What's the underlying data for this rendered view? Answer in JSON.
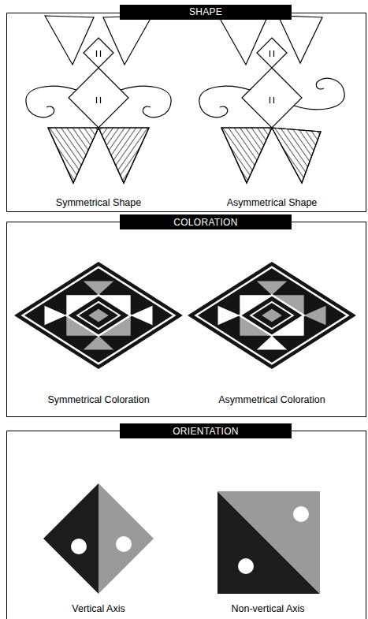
{
  "diagram": {
    "nodes": [
      {
        "text": [
          "SHAPE"
        ]
      },
      {
        "text": [
          "COLORATION"
        ]
      },
      {
        "text": [
          "ORIENTATION"
        ]
      }
    ],
    "labels": [
      "Symmetrical Shape",
      "Asymmetrical Shape",
      "Symmetrical Coloration",
      "Asymmetrical Coloration",
      "Vertical Axis",
      "Non-vertical Axis"
    ]
  }
}
